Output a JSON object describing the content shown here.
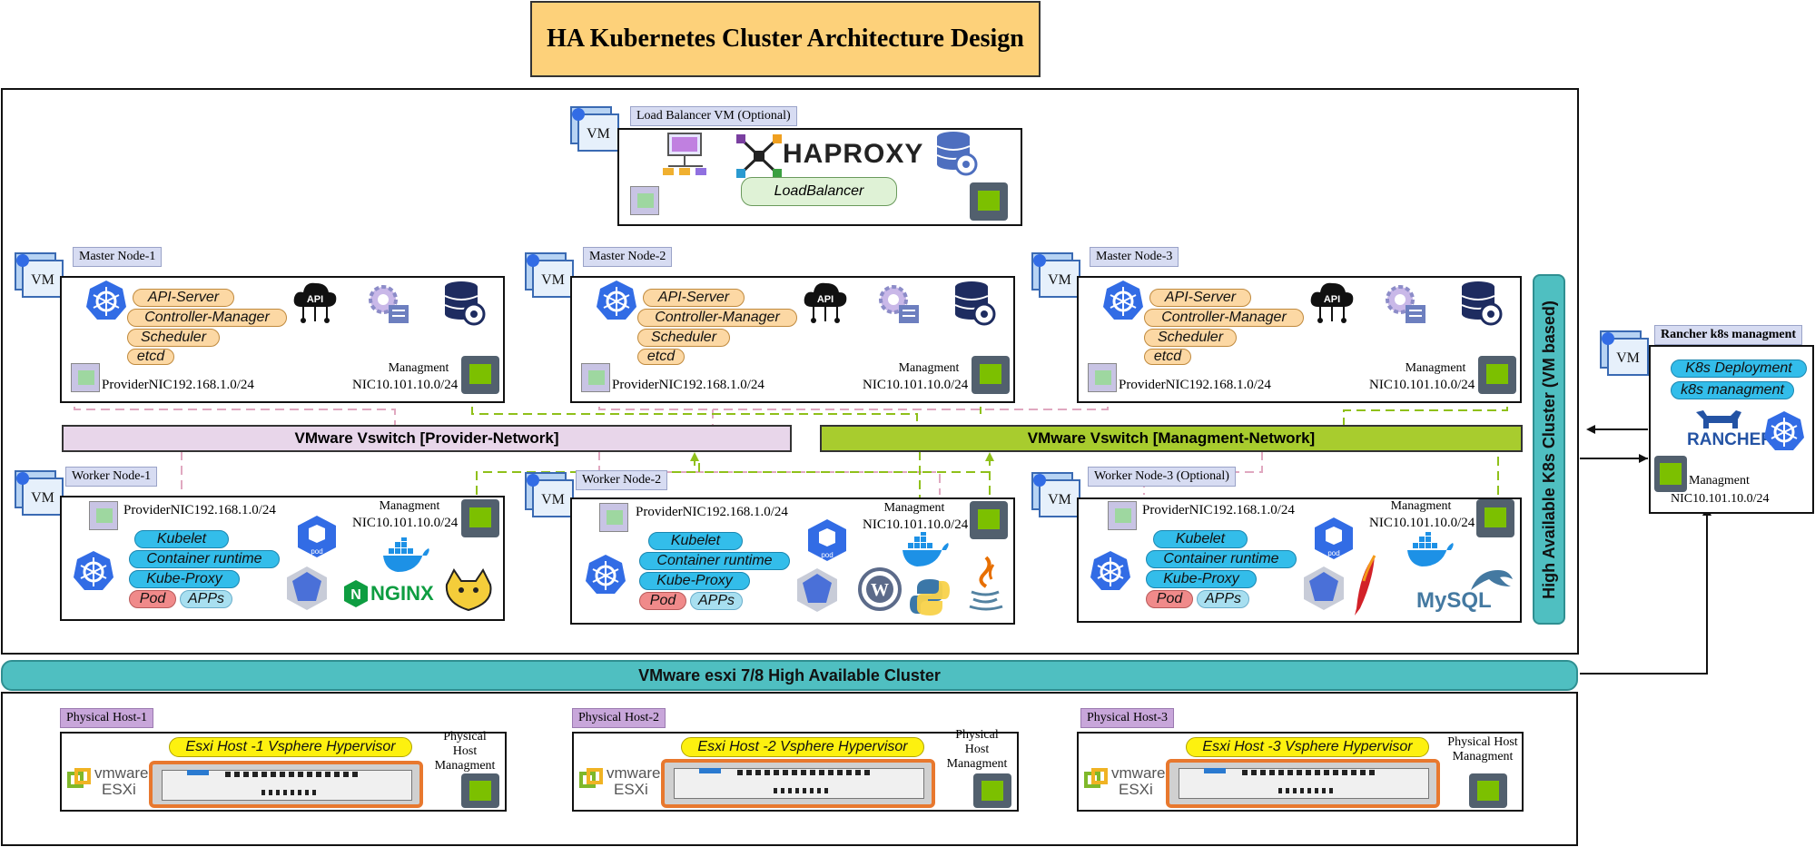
{
  "title": "HA Kubernetes Cluster Architecture Design",
  "vm_label": "VM",
  "load_balancer": {
    "tag": "Load Balancer VM (Optional)",
    "haproxy": "HAPROXY",
    "lb_label": "LoadBalancer"
  },
  "masters": [
    {
      "tag": "Master Node-1",
      "components": [
        "API-Server",
        "Controller-Manager",
        "Scheduler",
        "etcd"
      ],
      "provider_nic": "ProviderNIC192.168.1.0/24",
      "mgmt_label": "Managment",
      "mgmt_nic": "NIC10.101.10.0/24"
    },
    {
      "tag": "Master Node-2",
      "components": [
        "API-Server",
        "Controller-Manager",
        "Scheduler",
        "etcd"
      ],
      "provider_nic": "ProviderNIC192.168.1.0/24",
      "mgmt_label": "Managment",
      "mgmt_nic": "NIC10.101.10.0/24"
    },
    {
      "tag": "Master Node-3",
      "components": [
        "API-Server",
        "Controller-Manager",
        "Scheduler",
        "etcd"
      ],
      "provider_nic": "ProviderNIC192.168.1.0/24",
      "mgmt_label": "Managment",
      "mgmt_nic": "NIC10.101.10.0/24"
    }
  ],
  "workers": [
    {
      "tag": "Worker Node-1",
      "components": [
        "Kubelet",
        "Container runtime",
        "Kube-Proxy"
      ],
      "pod": "Pod",
      "apps": "APPs",
      "provider_nic": "ProviderNIC192.168.1.0/24",
      "mgmt_label": "Managment",
      "mgmt_nic": "NIC10.101.10.0/24",
      "app_logo": "NGINX"
    },
    {
      "tag": "Worker Node-2",
      "components": [
        "Kubelet",
        "Container runtime",
        "Kube-Proxy"
      ],
      "pod": "Pod",
      "apps": "APPs",
      "provider_nic": "ProviderNIC192.168.1.0/24",
      "mgmt_label": "Managment",
      "mgmt_nic": "NIC10.101.10.0/24",
      "app_logo": ""
    },
    {
      "tag": "Worker Node-3 (Optional)",
      "components": [
        "Kubelet",
        "Container runtime",
        "Kube-Proxy"
      ],
      "pod": "Pod",
      "apps": "APPs",
      "provider_nic": "ProviderNIC192.168.1.0/24",
      "mgmt_label": "Managment",
      "mgmt_nic": "NIC10.101.10.0/24",
      "app_logo": "MySQL"
    }
  ],
  "icon_text": {
    "api": "API",
    "pod": "pod"
  },
  "switches": {
    "provider": "VMware Vswitch [Provider-Network]",
    "mgmt": "VMware Vswitch [Managment-Network]"
  },
  "ha_cluster_label": "High Available K8s Cluster (VM based)",
  "rancher": {
    "tag": "Rancher k8s managment",
    "items": [
      "K8s Deployment",
      "k8s managment"
    ],
    "logo": "RANCHER",
    "mgmt_label": "Managment",
    "mgmt_nic": "NIC10.101.10.0/24"
  },
  "esxi_cluster": "VMware esxi 7/8 High Available Cluster",
  "hosts": [
    {
      "tag": "Physical Host-1",
      "hypervisor": "Esxi Host -1 Vsphere Hypervisor",
      "mgmt": "Physical Host Managment"
    },
    {
      "tag": "Physical Host-2",
      "hypervisor": "Esxi Host -2 Vsphere Hypervisor",
      "mgmt": "Physical Host Managment"
    },
    {
      "tag": "Physical Host-3",
      "hypervisor": "Esxi Host -3 Vsphere Hypervisor",
      "mgmt": "Physical Host Managment"
    }
  ],
  "vmware_logo": {
    "brand": "vmware",
    "product": "ESXi"
  },
  "colors": {
    "provider_switch": "#e8d6ea",
    "mgmt_switch": "#a8cc2e",
    "cluster_bar": "#4fbfc1",
    "title_bg": "#fdd17a",
    "k8s_blue": "#326ce5",
    "nic_green": "#7cc000",
    "host_frame": "#e8782e"
  }
}
